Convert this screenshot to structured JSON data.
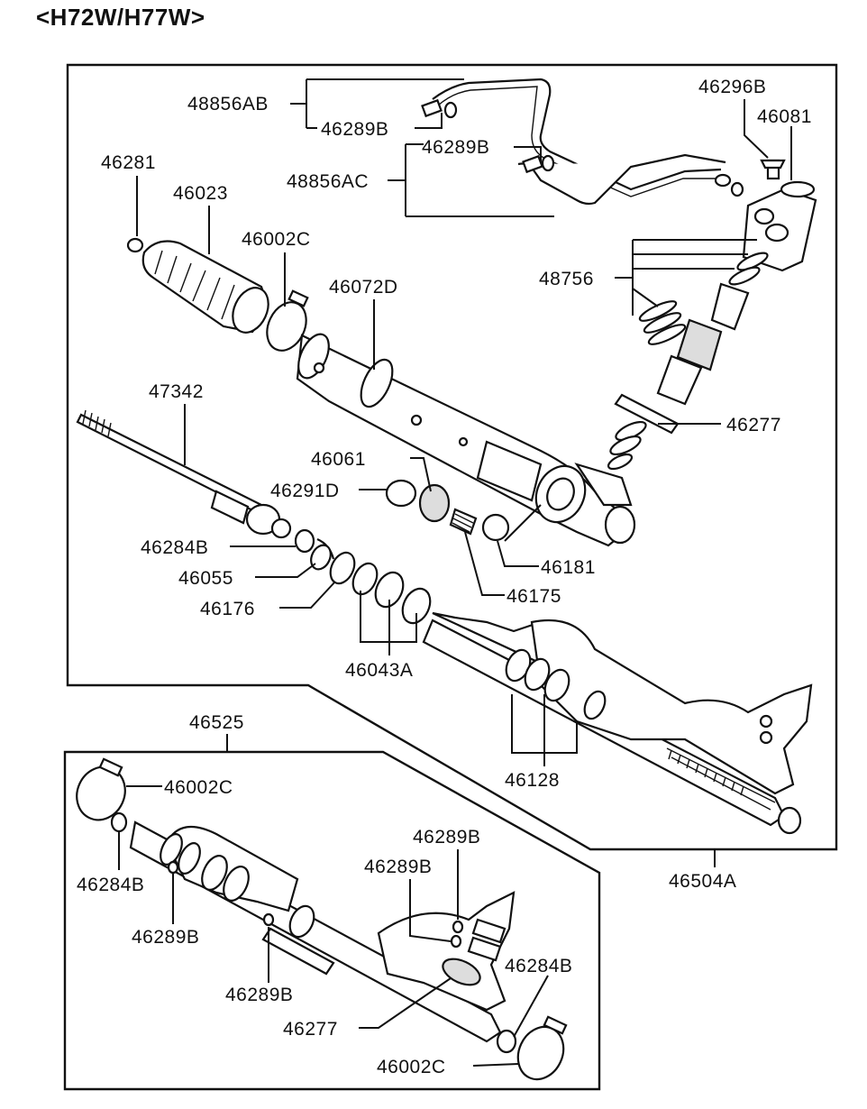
{
  "header": {
    "title": "<H72W/H77W>"
  },
  "callouts": {
    "c48856AB": "48856AB",
    "c46289B_top1": "46289B",
    "c46289B_top2": "46289B",
    "c48856AC": "48856AC",
    "c46296B": "46296B",
    "c46081": "46081",
    "c46281": "46281",
    "c46023": "46023",
    "c46002C_top": "46002C",
    "c46072D": "46072D",
    "c48756": "48756",
    "c46277_top": "46277",
    "c47342": "47342",
    "c46061": "46061",
    "c46291D": "46291D",
    "c46284B_top": "46284B",
    "c46055": "46055",
    "c46176": "46176",
    "c46181": "46181",
    "c46175": "46175",
    "c46043A": "46043A",
    "c46128": "46128",
    "c46504A": "46504A",
    "c46525": "46525",
    "c46002C_b1": "46002C",
    "c46284B_b1": "46284B",
    "c46289B_b1": "46289B",
    "c46289B_b2": "46289B",
    "c46289B_b3": "46289B",
    "c46289B_b4": "46289B",
    "c46284B_b2": "46284B",
    "c46277_b": "46277",
    "c46002C_b2": "46002C"
  }
}
